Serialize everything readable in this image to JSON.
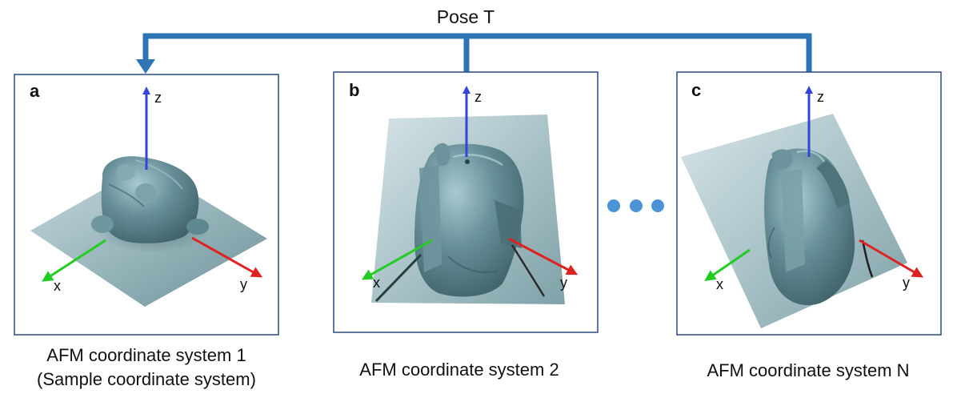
{
  "pose_label": "Pose T",
  "panels": [
    {
      "letter": "a",
      "axes": {
        "x": "x",
        "y": "y",
        "z": "z"
      },
      "caption_lines": [
        "AFM coordinate system 1",
        "(Sample coordinate system)"
      ]
    },
    {
      "letter": "b",
      "axes": {
        "x": "x",
        "y": "y",
        "z": "z"
      },
      "caption_lines": [
        "AFM coordinate system 2"
      ]
    },
    {
      "letter": "c",
      "axes": {
        "x": "x",
        "y": "y",
        "z": "z"
      },
      "caption_lines": [
        "AFM coordinate system N"
      ]
    }
  ],
  "colors": {
    "arrow": "#2f74b5",
    "panel_border": "#2a4a7f",
    "axis_x": "#22cc22",
    "axis_y": "#dd2222",
    "axis_z": "#3344dd",
    "plane": "#8fb0b6",
    "model": "#557d86",
    "ellipsis": "#4b93d6"
  }
}
